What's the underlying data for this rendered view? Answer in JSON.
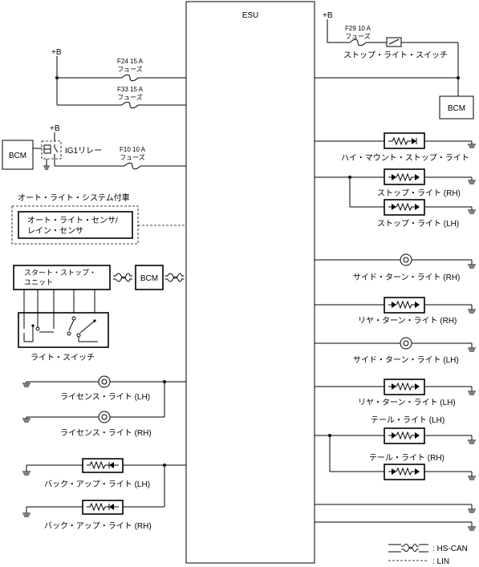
{
  "esu": "ESU",
  "plus_b": "+B",
  "fuses": {
    "f24_rating": "F24 15 A",
    "f33_rating": "F33 15 A",
    "f10_rating": "F10 10 A",
    "f29_rating": "F29 10 A",
    "fuse_word": "フューズ"
  },
  "bcm": "BCM",
  "ig1_relay": "IG1リレー",
  "stop_light_switch": "ストップ・ライト・スイッチ",
  "auto_light_caption": "オート・ライト・システム付車",
  "auto_light_sensor_line1": "オート・ライト・センサ/",
  "auto_light_sensor_line2": "レイン・センサ",
  "start_stop_line1": "スタート・ストップ・",
  "start_stop_line2": "ユニット",
  "light_switch": "ライト・スイッチ",
  "license_lh": "ライセンス・ライト (LH)",
  "license_rh": "ライセンス・ライト (RH)",
  "backup_lh": "バック・アップ・ライト (LH)",
  "backup_rh": "バック・アップ・ライト (RH)",
  "high_mount": "ハイ・マウント・ストップ・ライト",
  "stop_rh": "ストップ・ライト (RH)",
  "stop_lh": "ストップ・ライト (LH)",
  "side_turn_rh": "サイド・ターン・ライト (RH)",
  "rear_turn_rh": "リヤ・ターン・ライト (RH)",
  "side_turn_lh": "サイド・ターン・ライト (LH)",
  "rear_turn_lh": "リヤ・ターン・ライト (LH)",
  "tail_lh": "テール・ライト (LH)",
  "tail_rh": "テール・ライト (RH)",
  "legend": {
    "hs_can": ": HS-CAN",
    "lin": ": LIN"
  }
}
